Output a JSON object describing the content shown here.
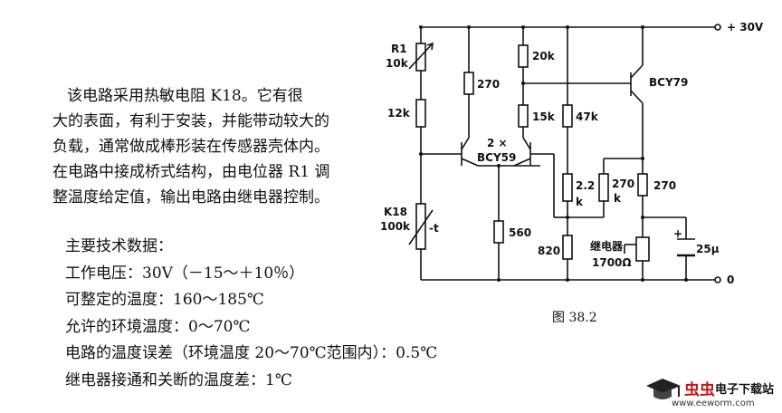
{
  "description_lines": [
    "该电路采用热敏电阻 K18。它有很",
    "大的表面，有利于安装，并能带动较大的",
    "负载，通常做成棒形装在传感器壳体内。",
    "在电路中接成桥式结构，由电位器 R1 调",
    "整温度给定值，输出电路由继电器控制。"
  ],
  "specs_title": "主要技术数据：",
  "specs": [
    "工作电压：30V（－15～＋10％）",
    "可整定的温度：160～185℃",
    "允许的环境温度：0～70℃",
    "电路的温度误差（环境温度 20～70℃范围内）：0.5℃",
    "继电器接通和关断的温度差：1℃"
  ],
  "circuit": {
    "supply_label": "+ 30V",
    "ground_label": "0",
    "r1_name": "R1",
    "r1_value": "10k",
    "r12k": "12k",
    "r270_a": "270",
    "r20k": "20k",
    "r15k": "15k",
    "r47k": "47k",
    "transistor_pair_count": "2 ×",
    "transistor_pair": "BCY59",
    "transistor_out": "BCY79",
    "k18_name": "K18",
    "k18_value": "100k",
    "k18_temp": "-t",
    "r560": "560",
    "r2_2_value": "2.2",
    "r2_2_unit": "k",
    "r270_k_value": "270",
    "r270_k_unit": "k",
    "r270_b": "270",
    "r820": "820",
    "relay_name": "继电器",
    "relay_value": "1700Ω",
    "cap_value": "25μ",
    "cap_plus": "+"
  },
  "figure_caption": "图 38.2",
  "watermark": {
    "logo_text": "虫虫",
    "site_name": "电子下载站",
    "url": "www.eeworm.com"
  }
}
